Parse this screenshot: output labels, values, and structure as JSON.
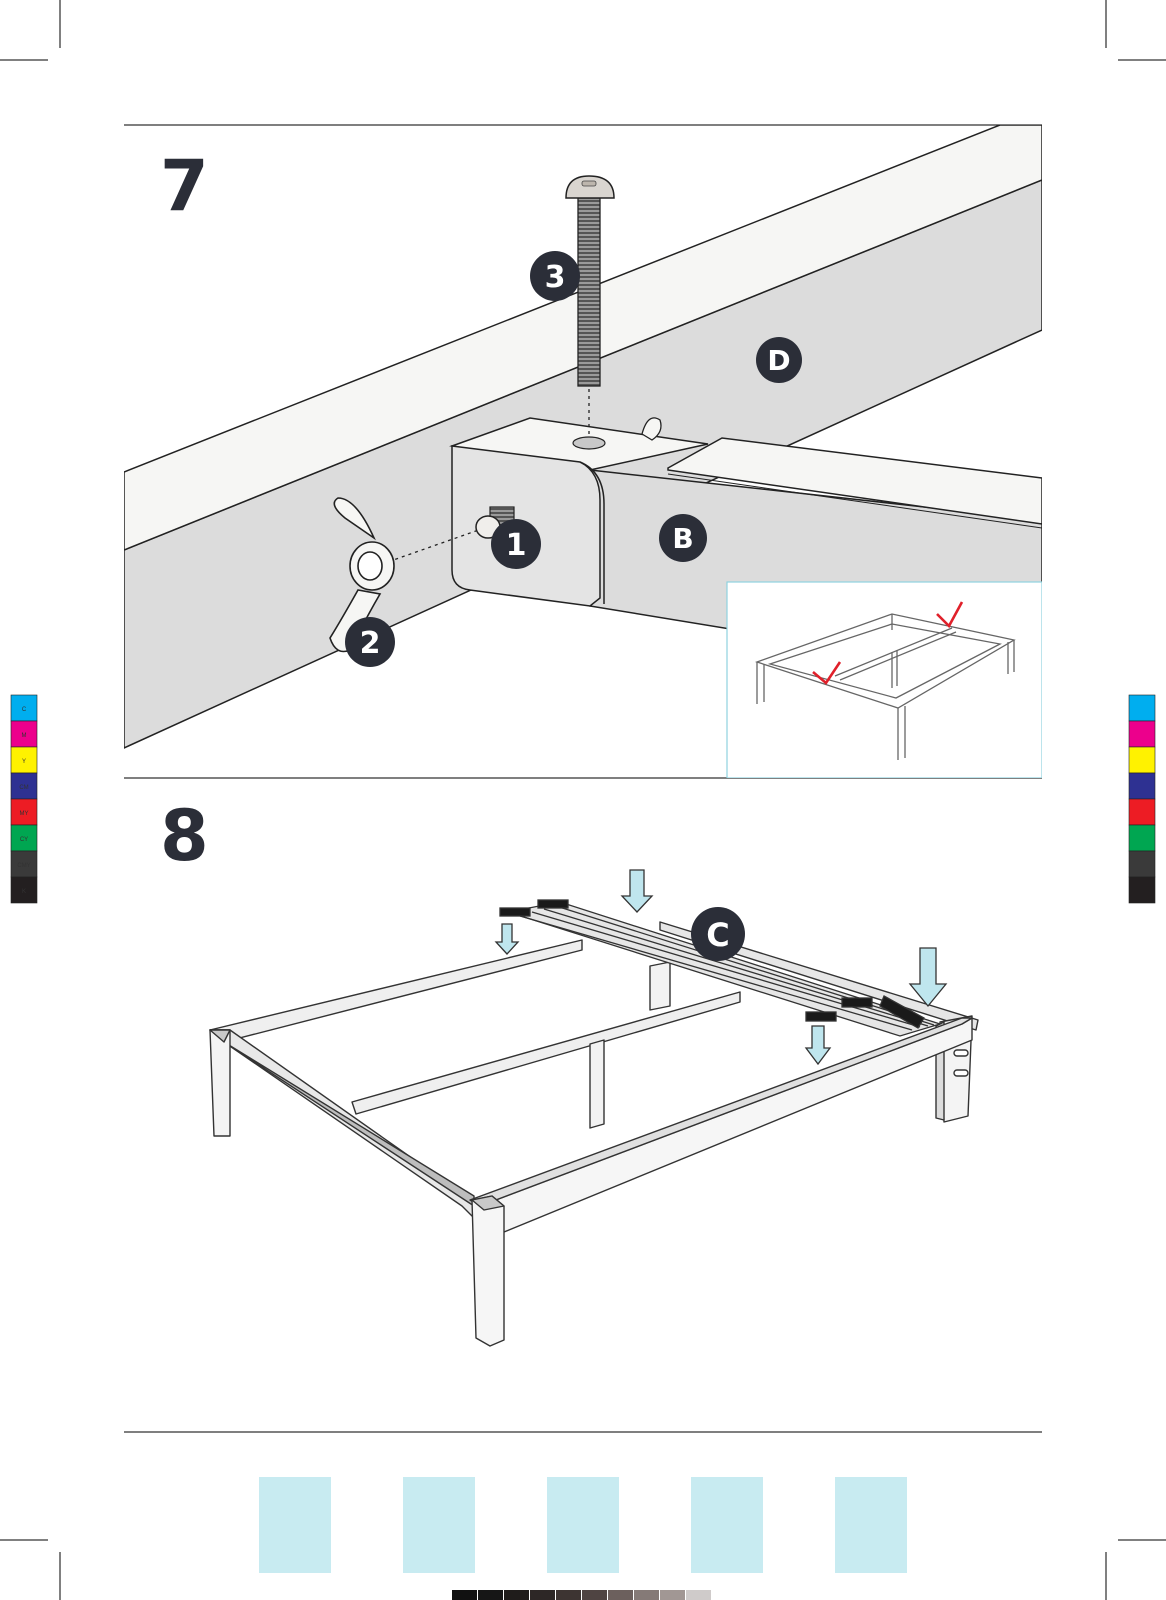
{
  "steps": [
    {
      "number": "7",
      "callouts": {
        "nut": "1",
        "wing_nut": "2",
        "bolt": "3"
      },
      "parts": {
        "center_rail": "D",
        "side_rail": "B"
      },
      "check_mark_count": 2
    },
    {
      "number": "8",
      "parts": {
        "slats": "C"
      },
      "arrow_count": 4
    }
  ],
  "color_bar": {
    "labels": [
      "C",
      "M",
      "Y",
      "CM",
      "MY",
      "CY",
      "CMY",
      "K"
    ],
    "colors": [
      "#00aeef",
      "#ec008c",
      "#fff200",
      "#2e3192",
      "#ed1c24",
      "#00a651",
      "#3a3a3a",
      "#231f20"
    ]
  },
  "colors": {
    "ink": "#2b2e38",
    "rail_shade": "#dcdcdc",
    "rail_top": "#f6f6f4",
    "arrow_fill": "#bfe6ee",
    "check": "#e0202a",
    "swatch": "#c8ebf1"
  },
  "gray_bar": [
    "#111111",
    "#161616",
    "#1f1c1b",
    "#2d2726",
    "#3d3432",
    "#4f4442",
    "#6c605d",
    "#857a77",
    "#a19794",
    "#cfcbca"
  ]
}
